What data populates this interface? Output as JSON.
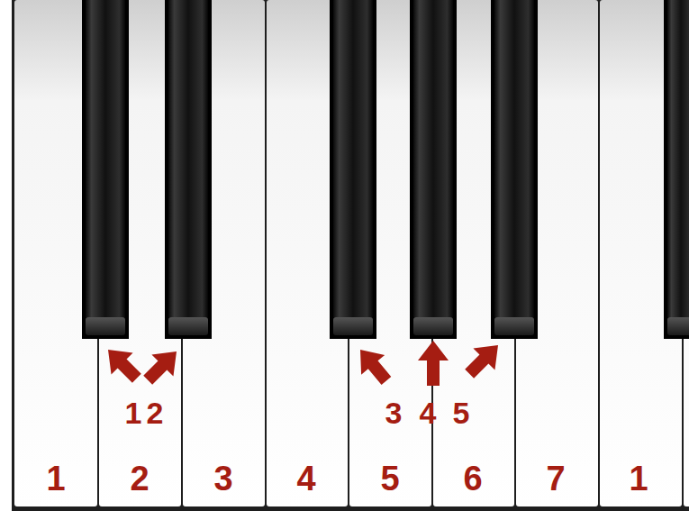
{
  "diagram": {
    "labels": [
      "1",
      "2",
      "3",
      "4",
      "5",
      "1",
      "2",
      "3",
      "4",
      "5",
      "6",
      "7",
      "1"
    ]
  }
}
